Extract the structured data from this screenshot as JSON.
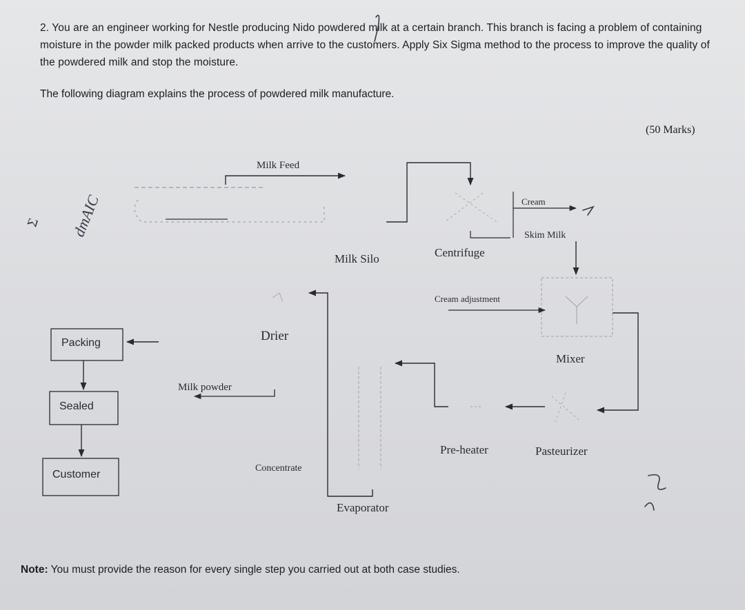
{
  "question": {
    "text": "2. You are an engineer working for Nestle producing Nido powdered milk at a certain branch. This branch is facing a problem of containing moisture in the powder milk packed products when arrive to the customers. Apply Six Sigma method to the process to improve the quality of the powdered milk and stop the moisture.",
    "intro": "The following diagram explains the process of powdered milk manufacture.",
    "marks": "(50 Marks)"
  },
  "diagram": {
    "milk_feed": "Milk Feed",
    "milk_silo": "Milk Silo",
    "centrifuge": "Centrifuge",
    "cream": "Cream",
    "skim_milk": "Skim Milk",
    "cream_adjustment": "Cream adjustment",
    "mixer": "Mixer",
    "pasteurizer": "Pasteurizer",
    "pre_heater": "Pre-heater",
    "evaporator": "Evaporator",
    "concentrate": "Concentrate",
    "drier": "Drier",
    "milk_powder": "Milk powder",
    "packing": "Packing",
    "sealed": "Sealed",
    "customer": "Customer"
  },
  "annotations": {
    "margin_note": "dmAIC",
    "margin_symbol": "Σ"
  },
  "note": {
    "label": "Note:",
    "text": "You must provide the reason for every single step you carried out at both case studies."
  }
}
